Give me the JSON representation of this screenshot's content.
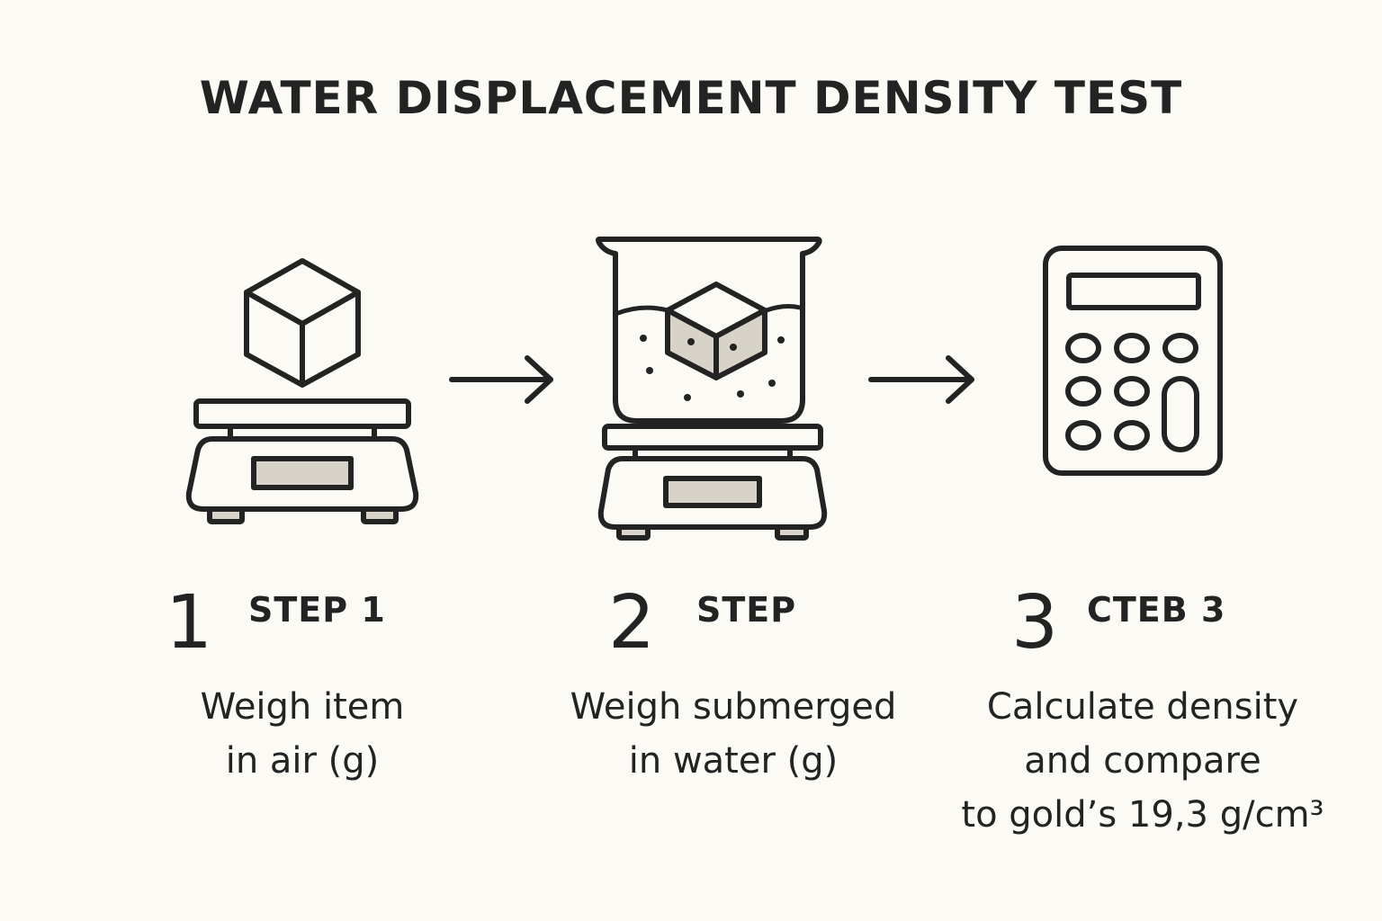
{
  "title": "WATER DISPLACEMENT DENSITY TEST",
  "colors": {
    "background": "#fbfaf5",
    "stroke": "#232323",
    "fill_accent": "#d8d3c8"
  },
  "steps": [
    {
      "number": "1",
      "label": "STEP 1",
      "description": [
        "Weigh item",
        "in air (g)"
      ],
      "icon": "scale-with-cube-icon"
    },
    {
      "number": "2",
      "label": "STEP",
      "description": [
        "Weigh submerged",
        "in water (g)"
      ],
      "icon": "beaker-on-scale-icon"
    },
    {
      "number": "3",
      "label": "CTEB 3",
      "description": [
        "Calculate density",
        "and compare",
        "to gold’s 19,3 g/cm³"
      ],
      "icon": "calculator-icon"
    }
  ],
  "arrows": [
    "arrow-right-icon",
    "arrow-right-icon"
  ]
}
